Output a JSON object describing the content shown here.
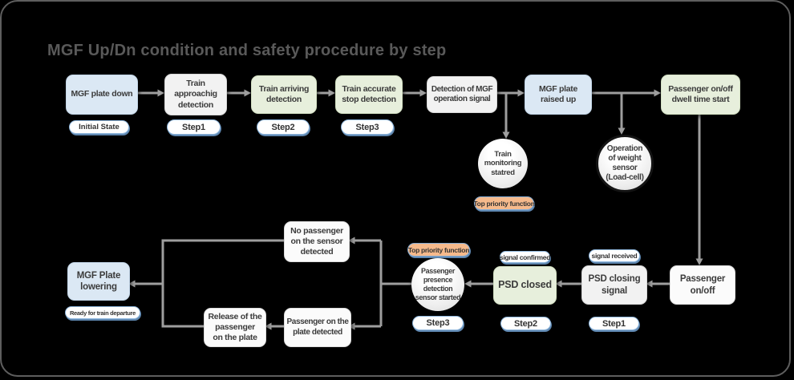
{
  "title": "MGF Up/Dn condition and safety procedure by step",
  "top_row": {
    "mgf_plate_down": {
      "label": "MGF plate down",
      "badge": "Initial State"
    },
    "train_approaching": {
      "label": "Train\napproachig\ndetection",
      "badge": "Step1"
    },
    "train_arriving": {
      "label": "Train arriving\ndetection",
      "badge": "Step2"
    },
    "train_accurate_stop": {
      "label": "Train accurate\nstop detection",
      "badge": "Step3"
    },
    "detection_mgf_signal": {
      "label": "Detection of MGF\noperation signal"
    },
    "mgf_plate_raised": {
      "label": "MGF plate\nraised up"
    },
    "passenger_dwell": {
      "label": "Passenger on/off\ndwell time start"
    }
  },
  "monitors": {
    "train_monitoring": {
      "label": "Train\nmonitoring\nstatred",
      "badge": "Top priority function"
    },
    "weight_sensor": {
      "label": "Operation\nof weight\nsensor\n(Load-cell)"
    }
  },
  "bottom_row": {
    "passenger_onoff": {
      "label": "Passenger\non/off"
    },
    "psd_closing": {
      "label": "PSD closing\nsignal",
      "badge_top": "signal received",
      "badge_bottom": "Step1"
    },
    "psd_closed": {
      "label": "PSD closed",
      "badge_top": "signal confirmed",
      "badge_bottom": "Step2"
    },
    "presence_sensor": {
      "label": "Passenger\npresence\ndetection\nsensor started",
      "badge_top": "Top priority function",
      "badge_bottom": "Step3"
    },
    "no_passenger": {
      "label": "No passenger\non the sensor\ndetected"
    },
    "plate_detected": {
      "label": "Passenger on the\nplate detected"
    },
    "release_passenger": {
      "label": "Release of the\npassenger\non the plate"
    },
    "mgf_lowering": {
      "label": "MGF Plate\nlowering",
      "badge": "Ready for train departure"
    }
  },
  "colors": {
    "background": "#000000",
    "title_text": "#595959",
    "blue_node": "#dbe8f4",
    "green_node": "#e7efdc",
    "gray_node": "#f2f2f2",
    "white_node": "#fbfbfb",
    "node_text": "#3b3b3b",
    "badge_border": "#8fb7dd",
    "priority_badge_bg": "#f6ba8c",
    "arrow": "#9e9e9e"
  }
}
